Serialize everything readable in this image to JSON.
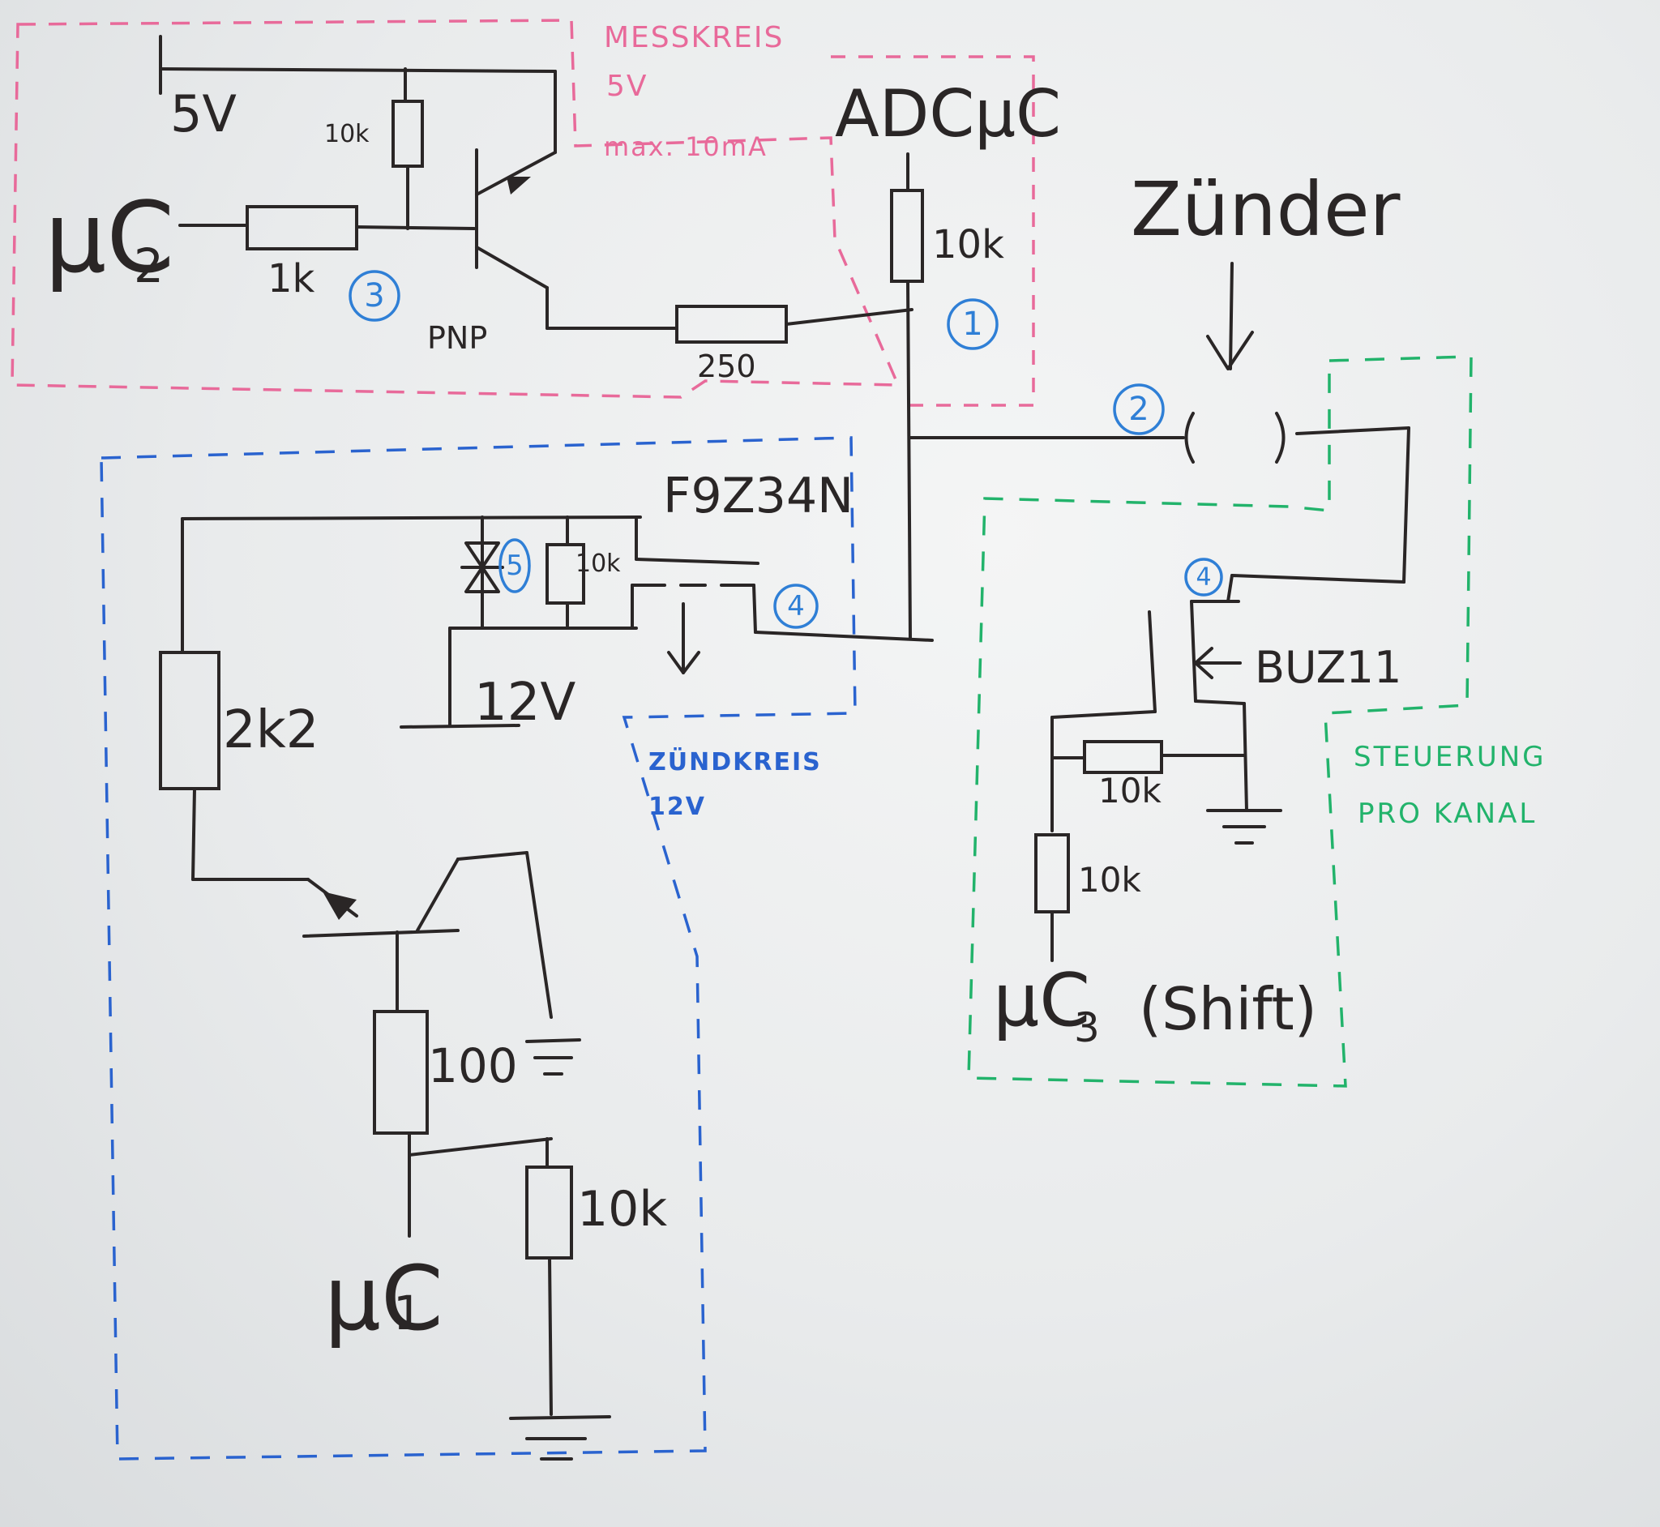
{
  "regions": {
    "messkreis": {
      "title": "MESSKREIS",
      "voltage": "5V",
      "current": "max. 10mA",
      "color": "#e86a9a"
    },
    "zuendkreis": {
      "title": "ZÜNDKREIS",
      "voltage": "12V",
      "color": "#2a63cf"
    },
    "steuerung": {
      "line1": "STEUERUNG",
      "line2": "PRO KANAL",
      "color": "#22b36b"
    },
    "adc_box": {
      "color": "#e86a9a"
    }
  },
  "labels": {
    "supply_5v": "5V",
    "r_top_10k": "10k",
    "uc2": "μC",
    "uc2_sub": "2",
    "r_1k": "1k",
    "pnp": "PNP",
    "r_250": "250",
    "adc": "ADCμC",
    "r_adc_10k": "10k",
    "zuender": "Zünder",
    "f9z34n": "F9Z34N",
    "r_gate_10k": "10k",
    "supply_12v": "12V",
    "r_2k2": "2k2",
    "r_100": "100",
    "r_bottom_10k": "10k",
    "uc1": "μC",
    "uc1_sub": "1",
    "buz11": "BUZ11",
    "r_green_10k_a": "10k",
    "r_green_10k_b": "10k",
    "uc3": "μC",
    "uc3_sub": "3",
    "shift": "(Shift)"
  },
  "markers": [
    "1",
    "2",
    "3",
    "4",
    "4",
    "5"
  ],
  "colors": {
    "ink": "#2a2626",
    "marker": "#2f7fd6"
  }
}
